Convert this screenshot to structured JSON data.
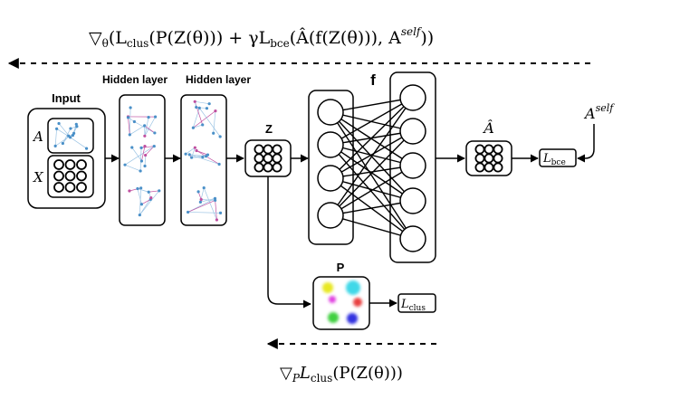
{
  "formulas": {
    "top_prefix": "▽",
    "top_sub": "θ",
    "top_body": "(L",
    "top_clus_sub": "clus",
    "top_mid": "(P(Z(θ))) + γL",
    "top_bce_sub": "bce",
    "top_tail": "(Â(f(Z(θ))), A",
    "top_self_sup": "self",
    "top_end": "))",
    "bottom_prefix": "▽",
    "bottom_sub": "P",
    "bottom_L": "L",
    "bottom_clus_sub": "clus",
    "bottom_end": "(P(Z(θ)))"
  },
  "labels": {
    "input": "Input",
    "hidden1": "Hidden layer",
    "hidden2": "Hidden layer",
    "z": "Z",
    "f": "f",
    "p": "P",
    "a_hat": "Â",
    "a_self_base": "A",
    "a_self_sup": "self",
    "adj_A": "A",
    "feat_X": "X",
    "lbce_L": "L",
    "lbce_sub": "bce",
    "lclus_L": "L",
    "lclus_sub": "clus"
  },
  "colors": {
    "stroke": "#000000",
    "graph_node": "#4a90c8",
    "graph_edge": "#9cc4e4",
    "graph_accent": "#c050a0",
    "blob_cyan": "#40d8e8",
    "blob_magenta": "#e040e0",
    "blob_yellow": "#e8e820",
    "blob_red": "#e84040",
    "blob_green": "#40d040",
    "blob_blue": "#3030e0"
  }
}
